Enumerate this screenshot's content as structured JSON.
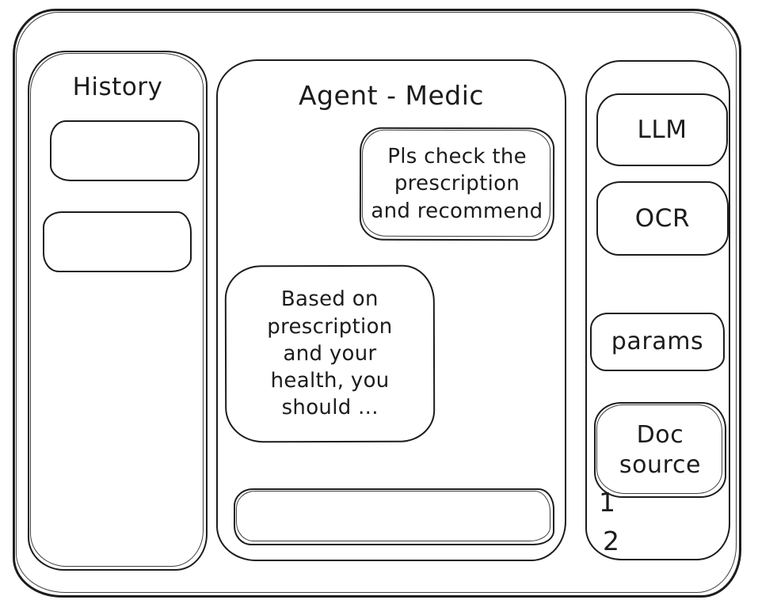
{
  "colors": {
    "ink": "#1c1c1c",
    "background": "#ffffff"
  },
  "history": {
    "title": "History",
    "items": [
      {
        "label": ""
      },
      {
        "label": ""
      }
    ]
  },
  "chat": {
    "title": "Agent - Medic",
    "messages": [
      {
        "role": "user",
        "text": "Pls check the\nprescription\nand recommend"
      },
      {
        "role": "agent",
        "text": "Based on\nprescription\nand your\nhealth, you\nshould ..."
      }
    ],
    "input": {
      "value": "",
      "placeholder": ""
    }
  },
  "tools": {
    "buttons": [
      {
        "label": "LLM"
      },
      {
        "label": "OCR"
      },
      {
        "label": "params"
      },
      {
        "label": "Doc\nsource"
      }
    ],
    "doc_sources": [
      "1",
      "2"
    ]
  }
}
